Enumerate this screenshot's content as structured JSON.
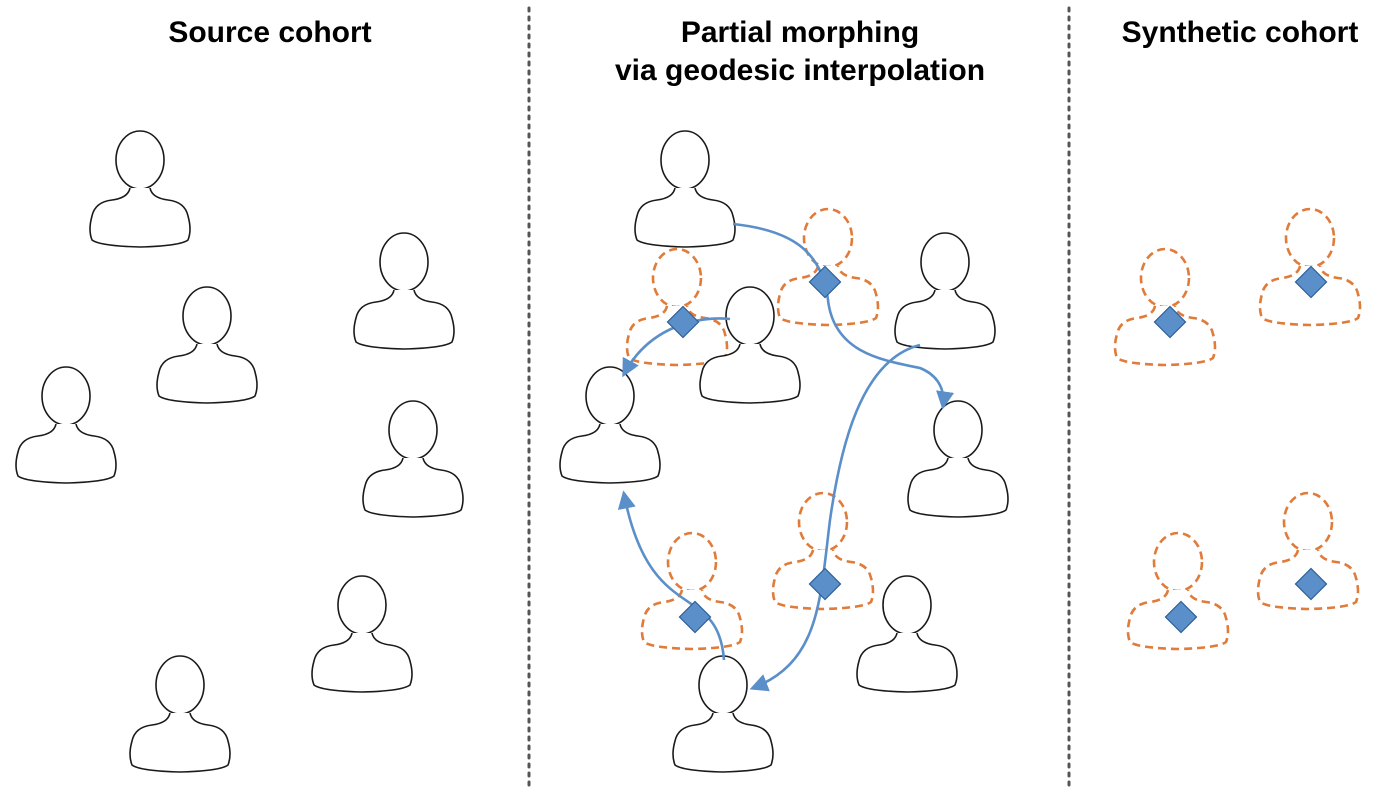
{
  "panels": {
    "source": {
      "title": "Source cohort"
    },
    "morph": {
      "title_line1": "Partial morphing",
      "title_line2": "via geodesic interpolation"
    },
    "synthetic": {
      "title": "Synthetic cohort"
    }
  },
  "colors": {
    "person_outline": "#1a1a1a",
    "synthetic_outline": "#e07b39",
    "geodesic_path": "#5b8fc9",
    "diamond_fill": "#5b8fc9",
    "diamond_stroke": "#2f5f96",
    "divider": "#555555"
  },
  "icons": {
    "real_subject": "person-icon",
    "synthetic_subject": "dashed-person-icon",
    "interpolation_point": "diamond-icon"
  }
}
